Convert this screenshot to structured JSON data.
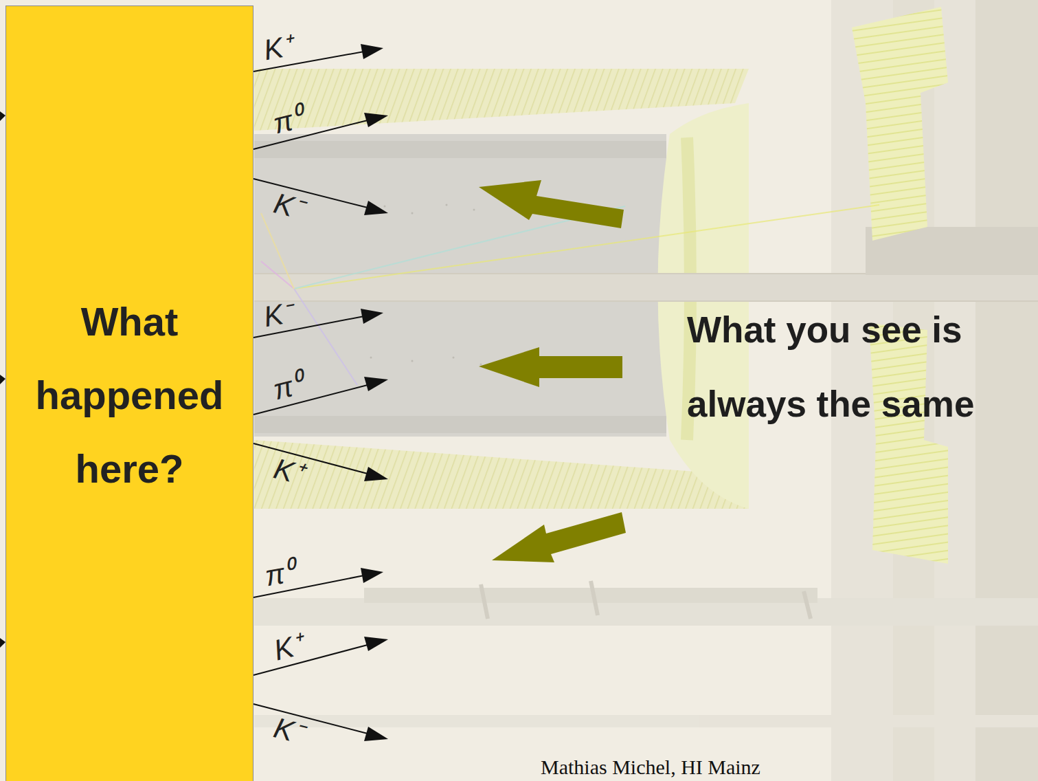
{
  "diagram": {
    "nodes": [
      {
        "text": [
          "What happened here?"
        ]
      }
    ],
    "labels": [
      "K⁺",
      "π⁰",
      "K⁻",
      "K⁻",
      "π⁰",
      "K⁺",
      "π⁰",
      "K⁺",
      "K⁻",
      "What you see is always the same",
      "Mathias Michel, HI Mainz"
    ]
  }
}
